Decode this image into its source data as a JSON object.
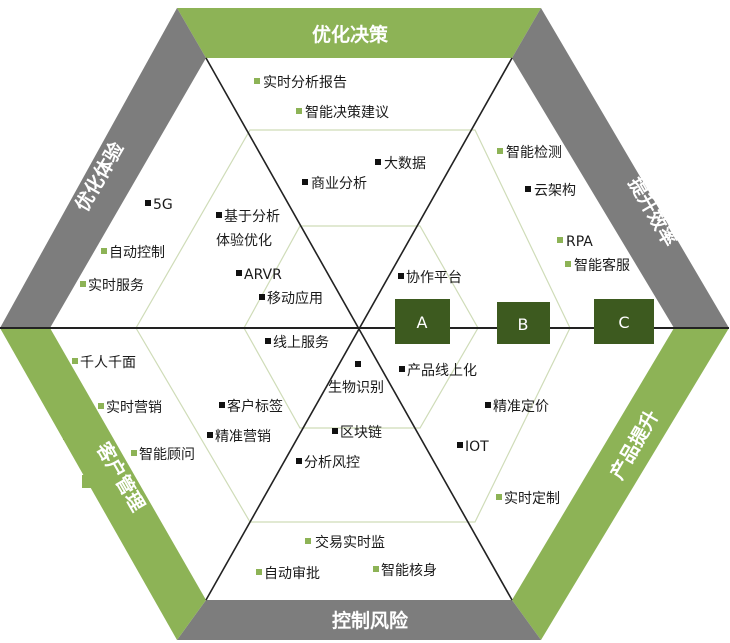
{
  "colors": {
    "green": "#8db356",
    "gray": "#7d7d7d",
    "dark_green": "#3d5a1f",
    "marker_black": "#111111",
    "marker_green": "#8db356",
    "inner_line": "#cfdcb8"
  },
  "bands": {
    "top": "优化决策",
    "top_right": "提升效率",
    "bottom_right": "产品提升",
    "bottom": "控制风险",
    "bottom_left": "客户管理",
    "top_left": "优化体验"
  },
  "boxes": [
    "A",
    "B",
    "C"
  ],
  "items": {
    "decision_outer_1": "实时分析报告",
    "decision_outer_2": "智能决策建议",
    "decision_inner_1": "大数据",
    "decision_inner_2": "商业分析",
    "efficiency_outer_1": "智能检测",
    "efficiency_outer_2": "云架构",
    "efficiency_outer_3": "RPA",
    "efficiency_outer_4": "智能客服",
    "efficiency_inner_1": "协作平台",
    "experience_outer_1": "5G",
    "experience_outer_2": "自动控制",
    "experience_outer_3": "实时服务",
    "experience_inner_1a": "基于分析",
    "experience_inner_1b": "体验优化",
    "experience_inner_2": "ARVR",
    "experience_inner_3": "移动应用",
    "customer_outer_1": "千人千面",
    "customer_outer_2": "实时营销",
    "customer_outer_3": "智能顾问",
    "customer_inner_1": "线上服务",
    "customer_inner_2": "客户标签",
    "customer_inner_3": "精准营销",
    "risk_inner_1": "生物识别",
    "risk_inner_2": "区块链",
    "risk_inner_3": "分析风控",
    "risk_outer_1": "交易实时监",
    "risk_outer_2": "自动审批",
    "risk_outer_3": "智能核身",
    "product_inner_1": "产品线上化",
    "product_outer_1": "精准定价",
    "product_outer_2": "IOT",
    "product_outer_3": "实时定制"
  }
}
